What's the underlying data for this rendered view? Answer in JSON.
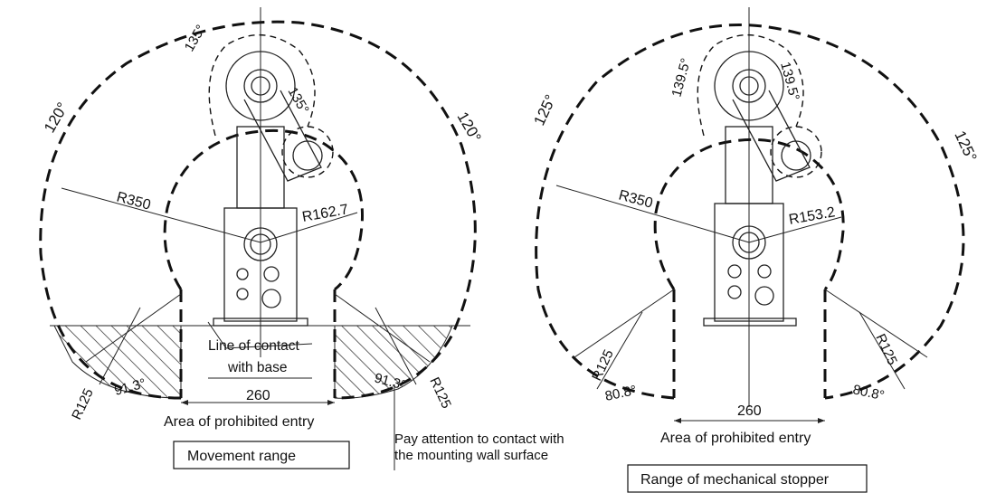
{
  "left_diagram": {
    "angle_upper_left": "135°",
    "angle_upper_right": "135°",
    "angle_outer_left": "120°",
    "angle_outer_right": "120°",
    "radius_outer": "R350",
    "radius_inner": "R162.7",
    "radius_lower_left": "R125",
    "radius_lower_right": "R125",
    "angle_lower_left": "91.3°",
    "angle_lower_right": "91.3°",
    "width_dimension": "260",
    "label_line_of_contact_1": "Line of contact",
    "label_line_of_contact_2": "with base",
    "label_prohibited": "Area of prohibited entry",
    "label_pay_attention_1": "Pay attention to contact with",
    "label_pay_attention_2": "the mounting wall surface",
    "caption": "Movement range"
  },
  "right_diagram": {
    "angle_upper_left": "139.5°",
    "angle_upper_right": "139.5°",
    "angle_outer_left": "125°",
    "angle_outer_right": "125°",
    "radius_outer": "R350",
    "radius_inner": "R153.2",
    "radius_lower_left": "R125",
    "radius_lower_right": "R125",
    "angle_lower_left": "80.8°",
    "angle_lower_right": "80.8°",
    "width_dimension": "260",
    "label_prohibited": "Area of prohibited entry",
    "caption": "Range of mechanical stopper"
  }
}
